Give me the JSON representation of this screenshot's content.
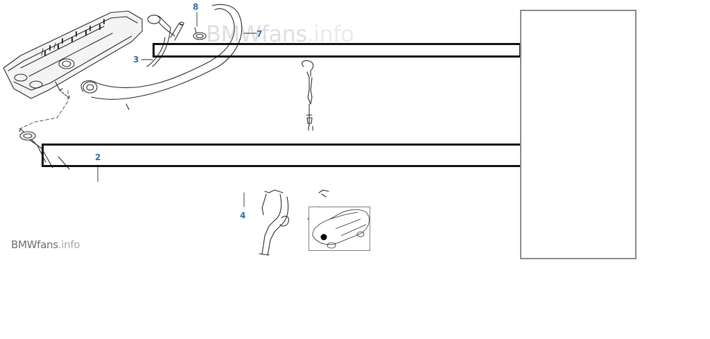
{
  "watermark": {
    "brand": "BMW",
    "middle": "fans",
    "suffix": ".info"
  },
  "callouts": [
    {
      "id": "8",
      "label": "8"
    },
    {
      "id": "7",
      "label": "7"
    },
    {
      "id": "3",
      "label": "3"
    },
    {
      "id": "2",
      "label": "2"
    },
    {
      "id": "4",
      "label": "4"
    }
  ],
  "colors": {
    "callout": "#2e6fad",
    "highlight_border": "#111111",
    "panel_border": "#8a8a8a",
    "line_art": "#2a2a2a"
  }
}
